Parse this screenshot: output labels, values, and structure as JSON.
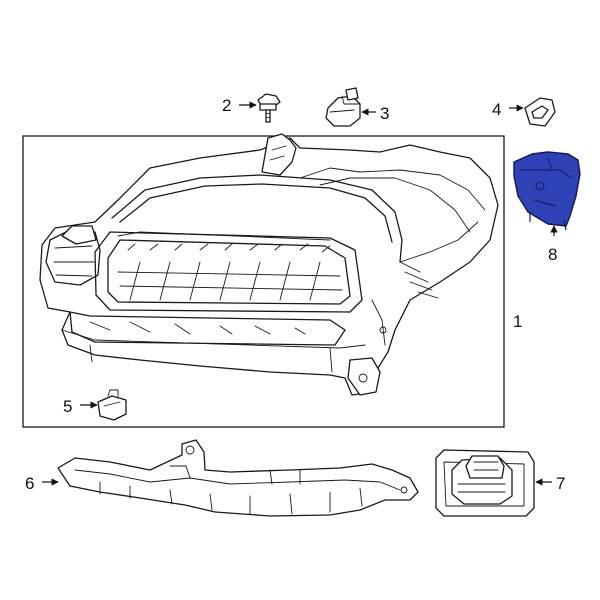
{
  "diagram": {
    "callouts": {
      "c1": "1",
      "c2": "2",
      "c3": "3",
      "c4": "4",
      "c5": "5",
      "c6": "6",
      "c7": "7",
      "c8": "8"
    },
    "colors": {
      "highlight_fill": "#2f43b6",
      "highlight_stroke": "#111a5c",
      "line": "#1a1a1a",
      "background": "#ffffff"
    }
  }
}
